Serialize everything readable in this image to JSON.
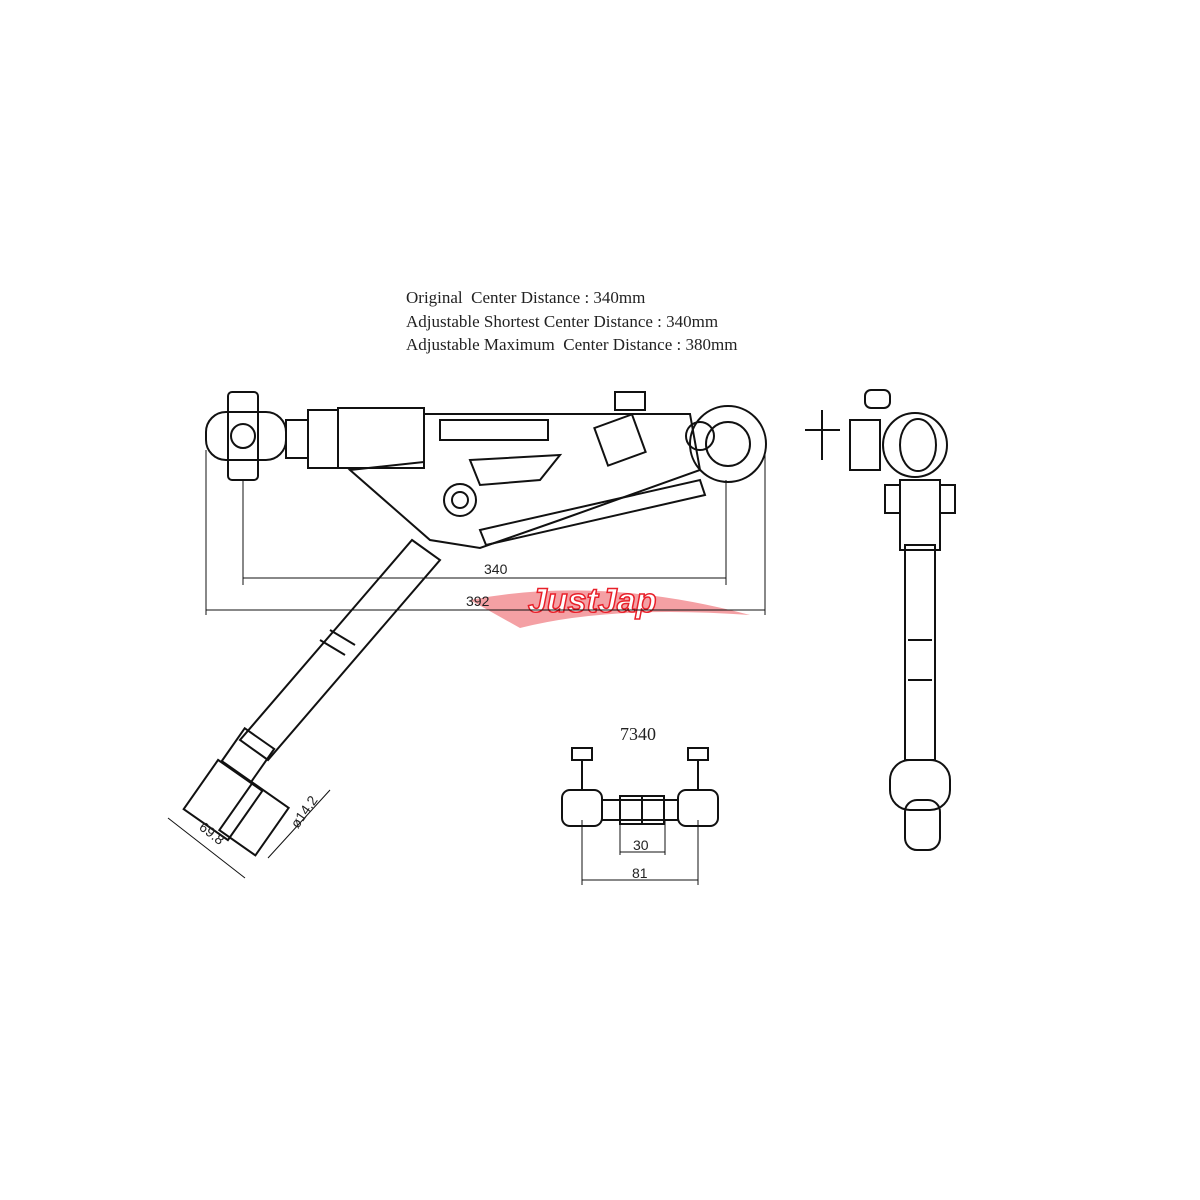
{
  "specs": {
    "line1": "Original  Center Distance : 340mm",
    "line2": "Adjustable Shortest Center Distance : 340mm",
    "line3": "Adjustable Maximum  Center Distance : 380mm"
  },
  "dimensions": {
    "center_distance": "340",
    "overall_length": "392",
    "rod_end_length": "69.8",
    "rod_end_diameter": "ø14.2",
    "link_adjust": "30",
    "link_length": "81"
  },
  "part_number": "7340",
  "watermark": {
    "text": "JustJap",
    "color": "#e8202a"
  },
  "colors": {
    "line": "#111111",
    "background": "#ffffff"
  }
}
